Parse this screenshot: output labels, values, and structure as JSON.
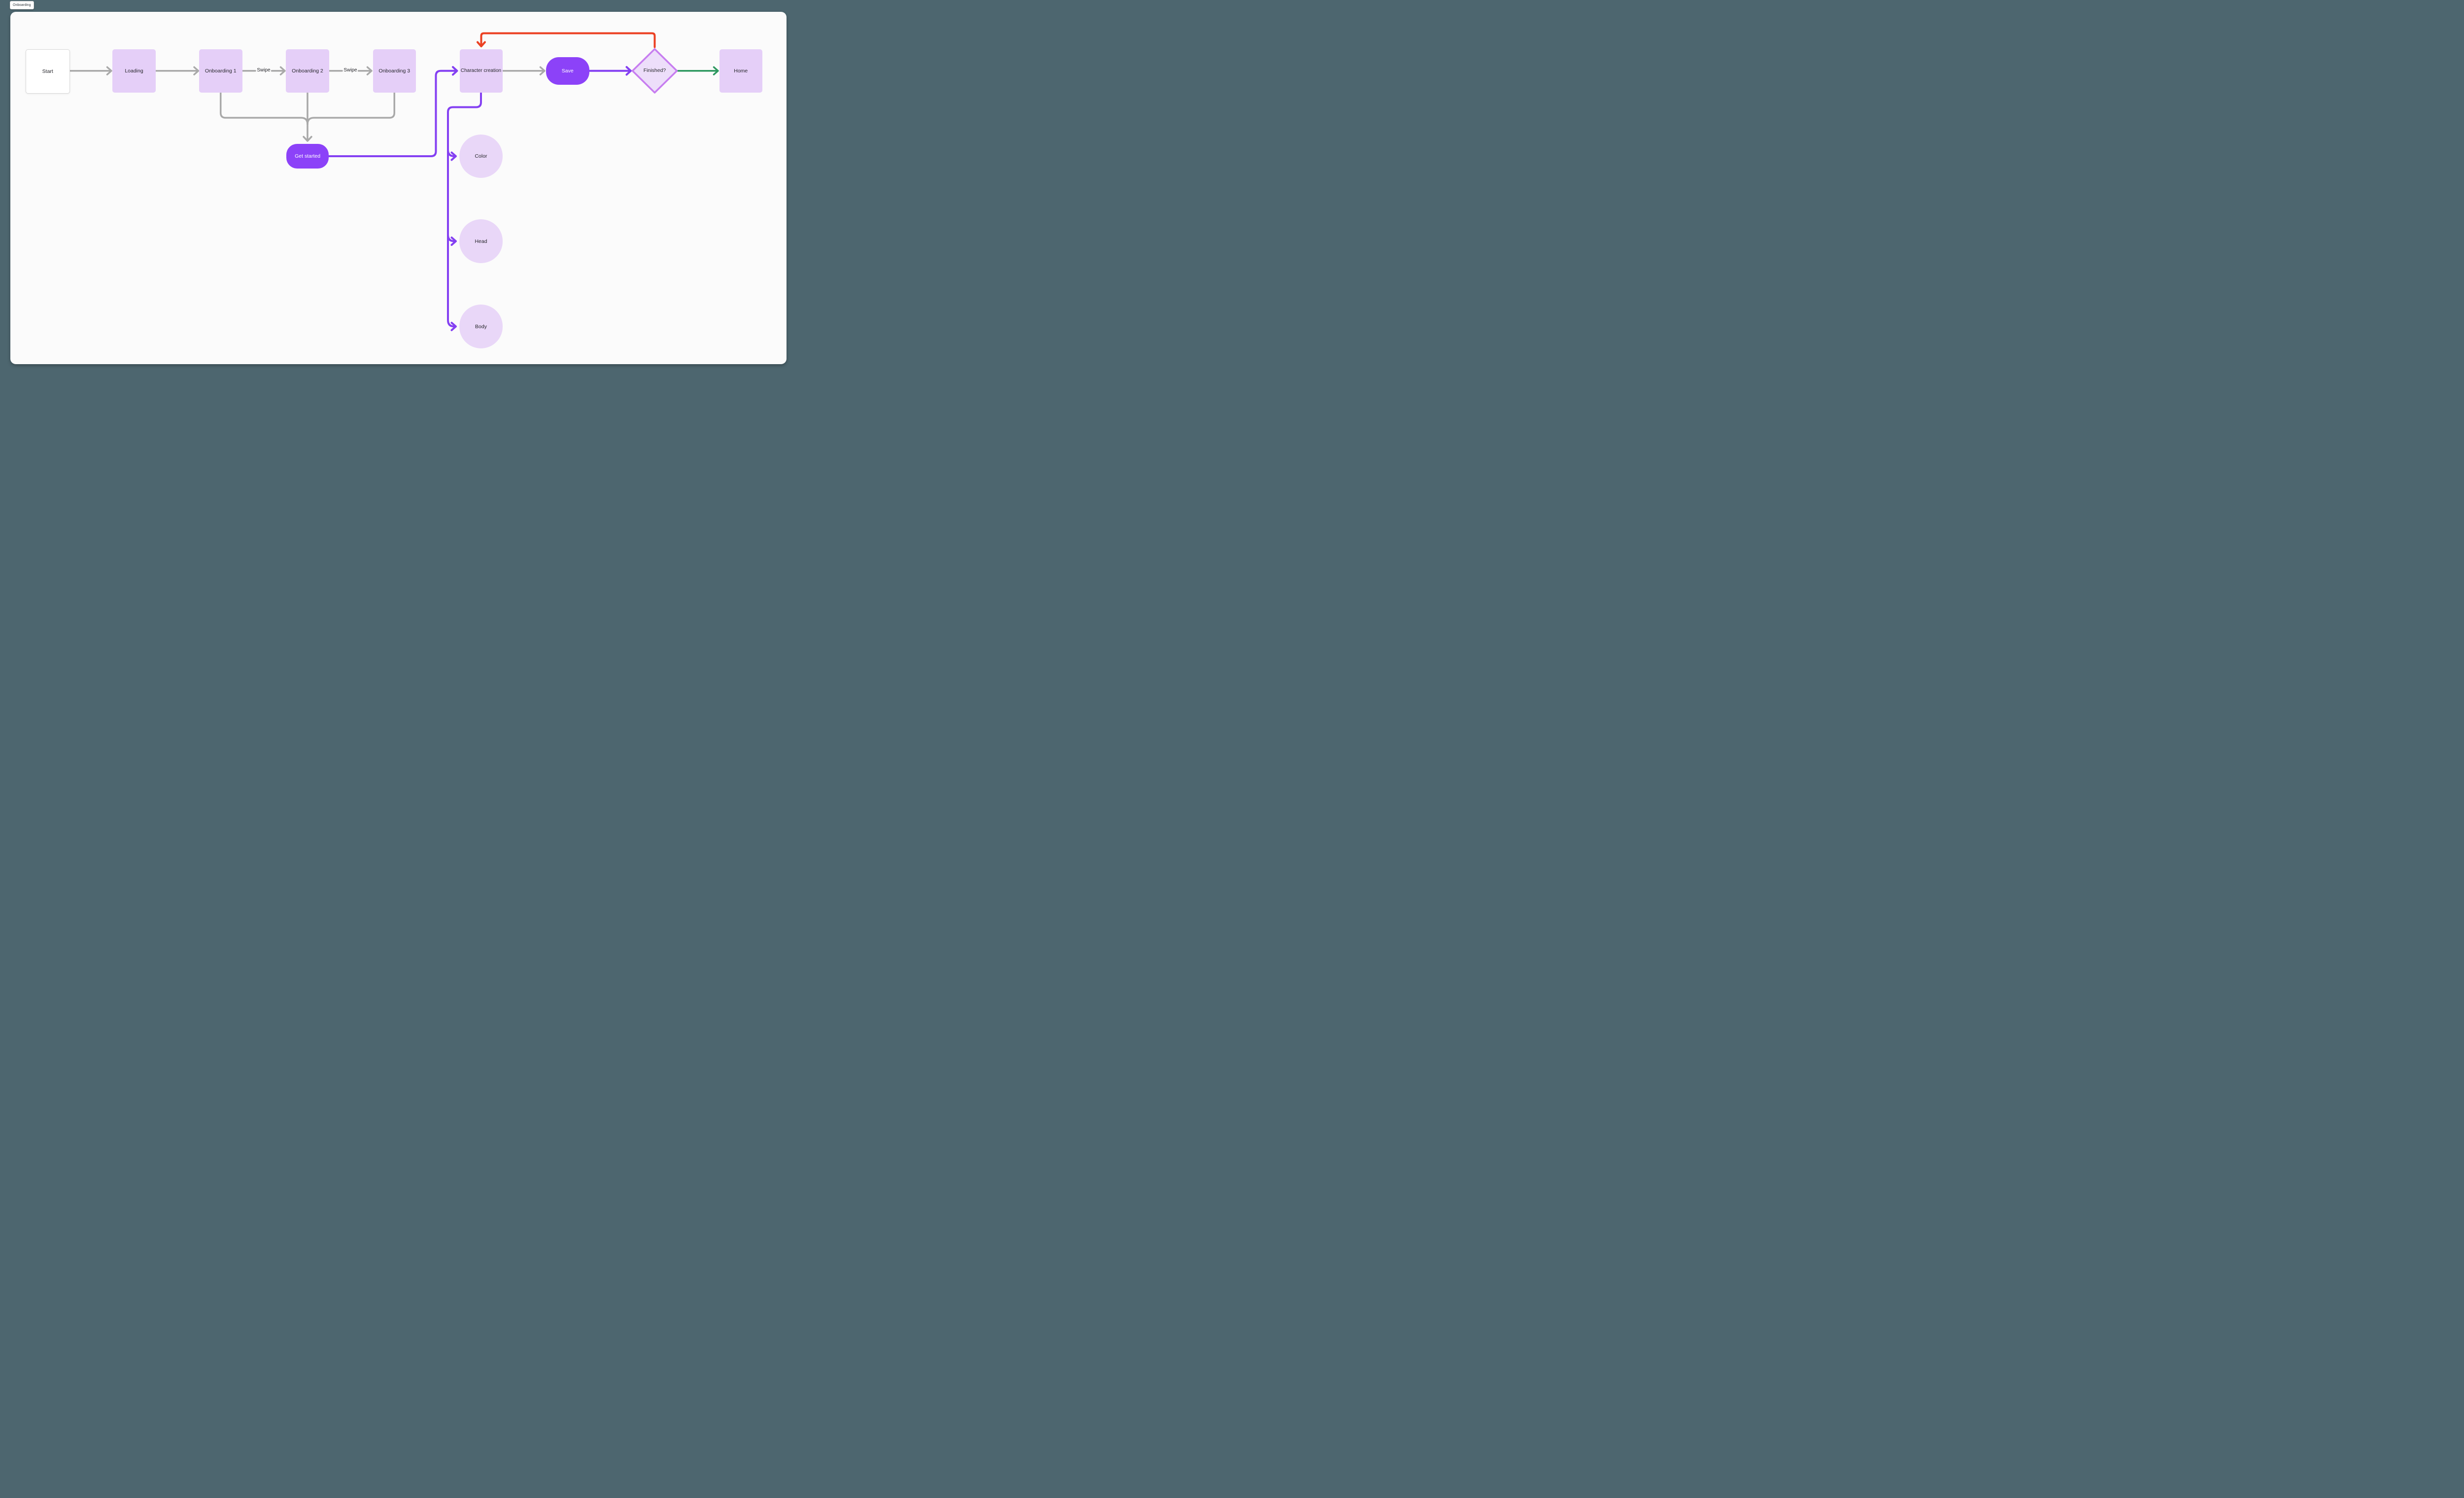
{
  "labels": {
    "tab": "Onboarding",
    "start": "Start",
    "loading": "Loading",
    "onboarding_1": "Onboarding 1",
    "onboarding_2": "Onboarding 2",
    "onboarding_3": "Onboarding 3",
    "swipe_1": "Swipe",
    "swipe_2": "Swipe",
    "get_started": "Get started",
    "character_creation": "Character creation",
    "save": "Save",
    "finished": "Finished?",
    "home": "Home",
    "color": "Color",
    "head": "Head",
    "body": "Body"
  },
  "colors": {
    "desk_background": "#4D666F",
    "canvas_background": "#FBFBFB",
    "node_light_purple": "#E5CFF8",
    "circle_light_purple": "#E9D7F8",
    "accent_purple": "#8C42F8",
    "connector_purple": "#8440F2",
    "connector_gray": "#A9A9A9",
    "loop_red": "#EB4123",
    "success_green": "#2E9860",
    "diamond_fill": "#EDDEFA",
    "diamond_border": "#C77DF0",
    "text_dark": "#26262B"
  }
}
